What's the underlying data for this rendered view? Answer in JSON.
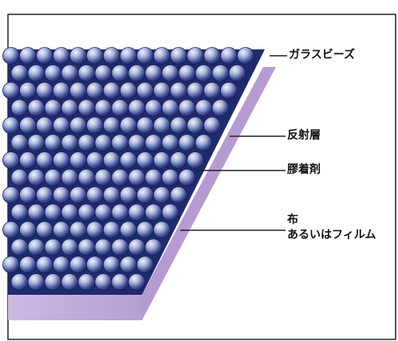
{
  "colors": {
    "background": "#ffffff",
    "frame": "#222222",
    "bead_light": "#d8dcf0",
    "bead_mid": "#6f7fb8",
    "bead_dark": "#1e2a66",
    "reflective_layer": "#2a3580",
    "adhesive_layer": "#b8a2cf",
    "base_layer": "#c6b0dd",
    "base_edge": "#9a82b8"
  },
  "labels": {
    "glass_beads": "ガラスビーズ",
    "reflective_layer": "反射層",
    "adhesive": "膠着剤",
    "base_line1": "布",
    "base_line2": "あるいはフィルム"
  }
}
